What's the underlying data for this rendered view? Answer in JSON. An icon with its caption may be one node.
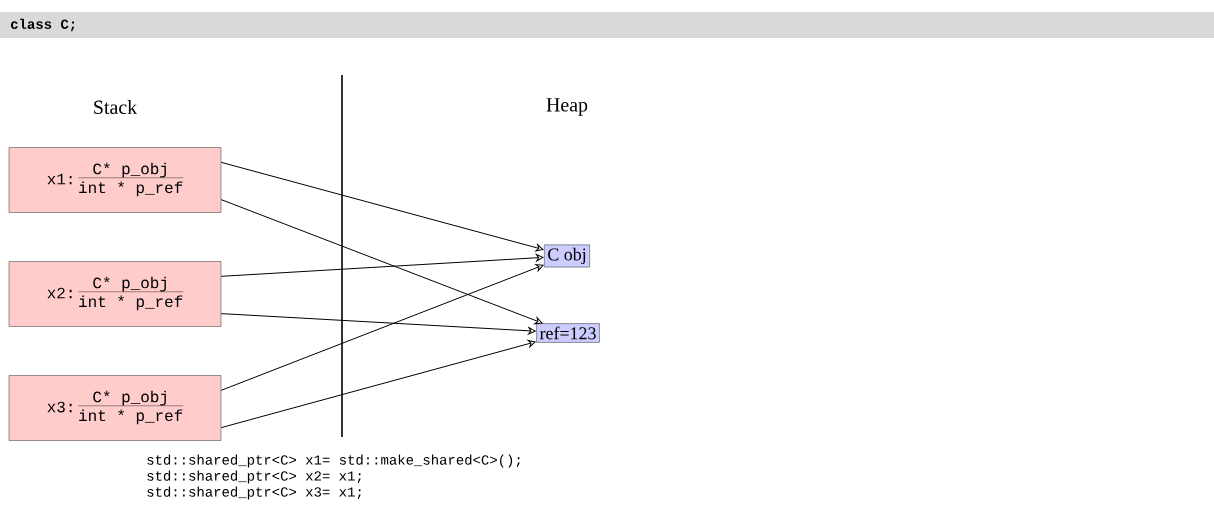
{
  "diagram": {
    "nodes": [
      {
        "text": [
          "x1:",
          "C* p_obj",
          "int * p_ref"
        ]
      },
      {
        "text": [
          "x2:",
          "C* p_obj",
          "int * p_ref"
        ]
      },
      {
        "text": [
          "x3:",
          "C* p_obj",
          "int * p_ref"
        ]
      },
      {
        "text": [
          "C obj"
        ]
      },
      {
        "text": [
          "ref=123"
        ]
      }
    ],
    "edges": [
      {
        "from": 0,
        "to": 3,
        "arrow": "to"
      },
      {
        "from": 0,
        "to": 4,
        "arrow": "to"
      },
      {
        "from": 1,
        "to": 3,
        "arrow": "to"
      },
      {
        "from": 1,
        "to": 4,
        "arrow": "to"
      },
      {
        "from": 2,
        "to": 3,
        "arrow": "to"
      },
      {
        "from": 2,
        "to": 4,
        "arrow": "to"
      }
    ],
    "labels": [
      "class C;",
      "Stack",
      "Heap",
      "std::shared_ptr<C> x1= std::make_shared<C>();",
      "std::shared_ptr<C> x2= x1;",
      "std::shared_ptr<C> x3= x1;"
    ]
  }
}
